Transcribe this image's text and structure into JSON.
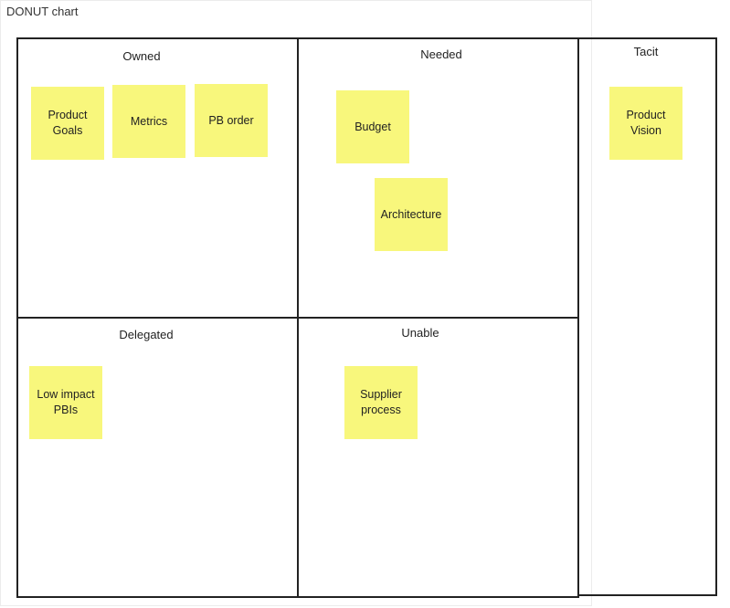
{
  "title": "DONUT chart",
  "quadrants": {
    "owned": "Owned",
    "needed": "Needed",
    "delegated": "Delegated",
    "unable": "Unable",
    "tacit": "Tacit"
  },
  "stickies": {
    "product_goals": "Product\nGoals",
    "metrics": "Metrics",
    "pb_order": "PB order",
    "budget": "Budget",
    "architecture": "Architecture",
    "low_impact_pbis": "Low impact\nPBIs",
    "supplier_process": "Supplier\nprocess",
    "product_vision": "Product\nVision"
  },
  "colors": {
    "sticky": "#f8f77c",
    "border": "#222222"
  }
}
